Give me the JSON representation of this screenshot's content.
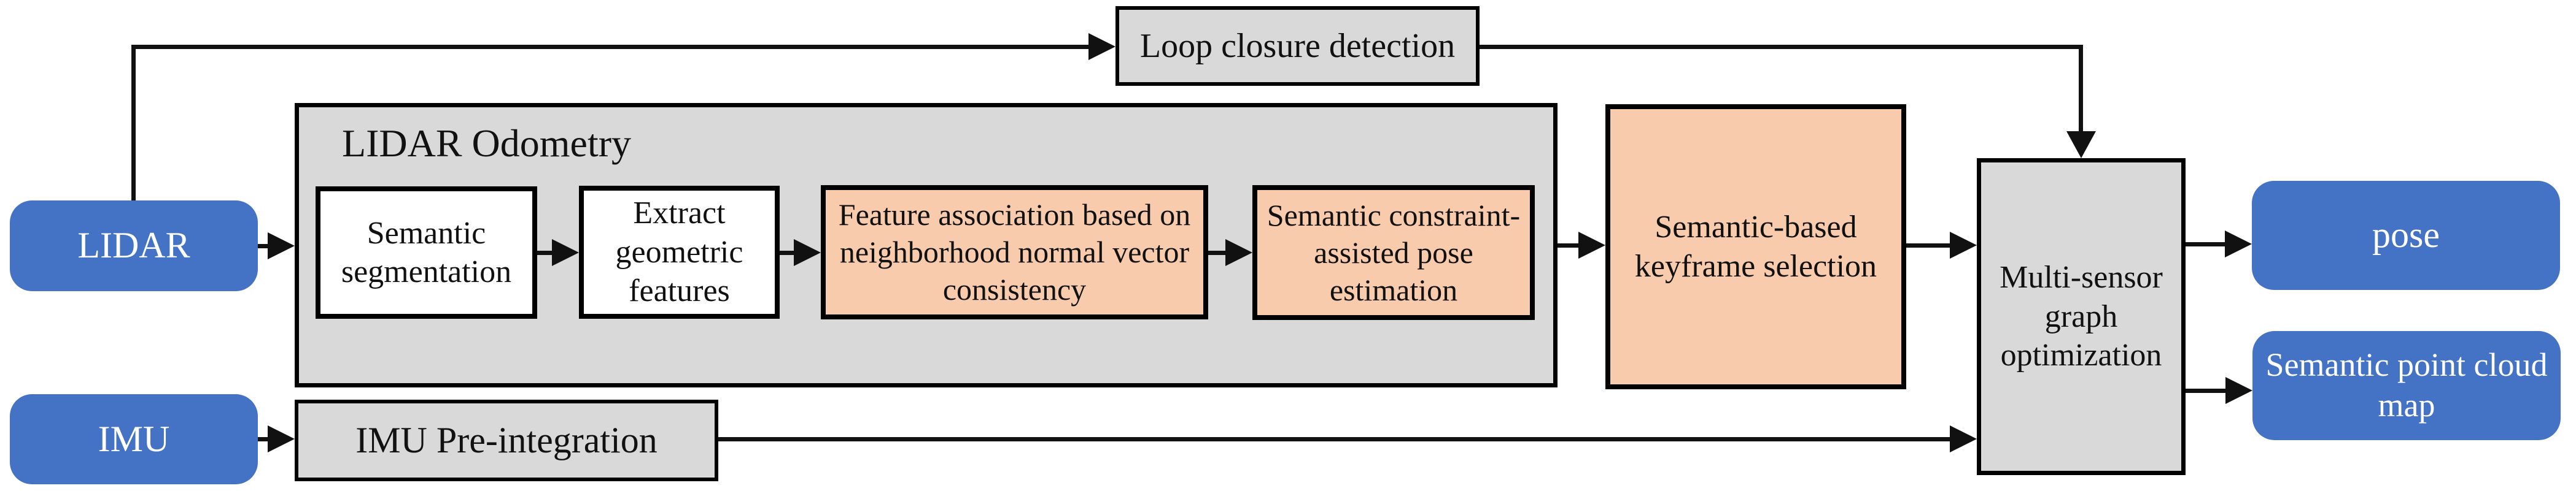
{
  "diagram": {
    "inputs": {
      "lidar": "LIDAR",
      "imu": "IMU"
    },
    "loop_closure": {
      "label": "Loop closure detection"
    },
    "lidar_odometry": {
      "title": "LIDAR Odometry",
      "steps": [
        "Semantic segmentation",
        "Extract geometric features",
        "Feature association based on neighborhood normal vector consistency",
        "Semantic constraint-assisted pose estimation"
      ]
    },
    "keyframe_selection": {
      "label": "Semantic-based keyframe selection"
    },
    "imu_preintegration": {
      "label": "IMU Pre-integration"
    },
    "graph_optimization": {
      "label": "Multi-sensor graph optimization"
    },
    "outputs": {
      "pose": "pose",
      "map": "Semantic point cloud map"
    },
    "colors": {
      "input_output": "#4472C4",
      "process_gray": "#D9D9D9",
      "highlight_orange": "#F8CBAD",
      "border": "#000000"
    }
  }
}
